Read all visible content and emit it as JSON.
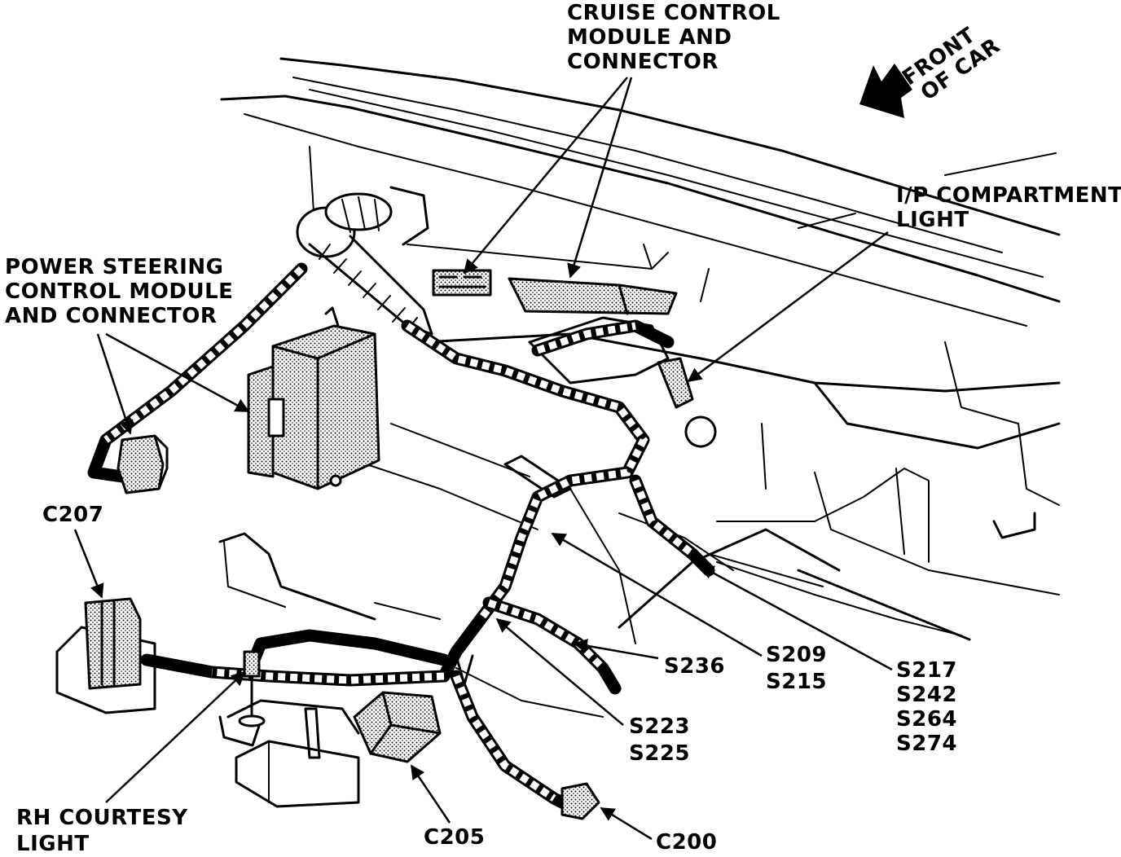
{
  "labels": {
    "cruise_control": [
      "CRUISE CONTROL",
      "MODULE AND",
      "CONNECTOR"
    ],
    "front_of_car": [
      "FRONT",
      "OF CAR"
    ],
    "ip_compartment_light": [
      "I/P COMPARTMENT",
      "LIGHT"
    ],
    "power_steering": [
      "POWER STEERING",
      "CONTROL MODULE",
      "AND CONNECTOR"
    ],
    "c207": "C207",
    "s236": "S236",
    "s209_s215": [
      "S209",
      "S215"
    ],
    "s217_group": [
      "S217",
      "S242",
      "S264",
      "S274"
    ],
    "s223_s225": [
      "S223",
      "S225"
    ],
    "rh_courtesy_light": [
      "RH COURTESY",
      "LIGHT"
    ],
    "c205": "C205",
    "c200": "C200"
  }
}
